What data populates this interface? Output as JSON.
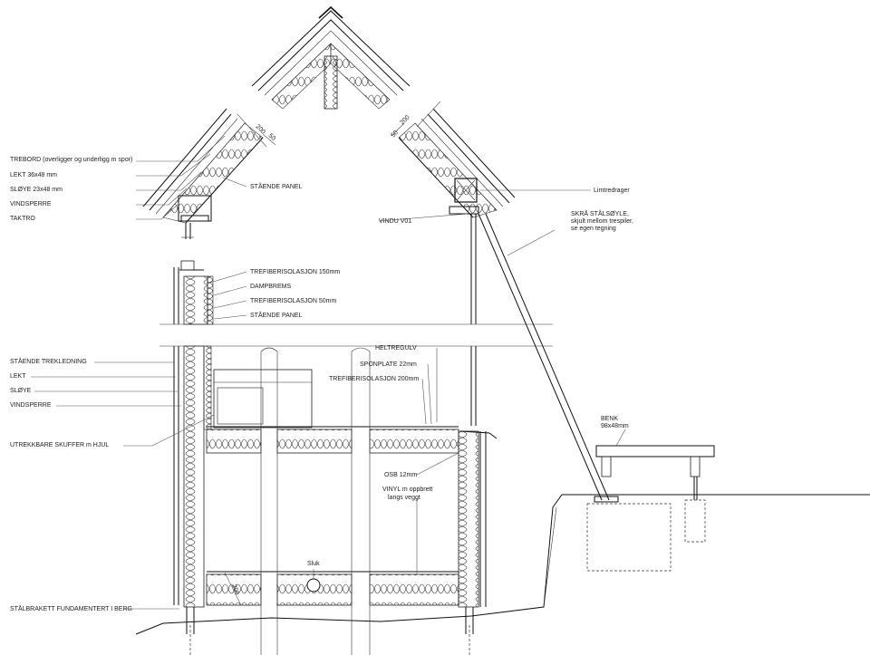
{
  "left_labels": [
    "TREBORD (overligger og underligg m spor)",
    "LEKT 36x48 mm",
    "SLØYE 23x48 mm",
    "VINDSPERRE",
    "TAKTRO"
  ],
  "wall_labels": [
    "STÅENDE TREKLEDNING",
    "LEKT",
    "SLØYE",
    "VINDSPERRE",
    "UTREKKBARE SKUFFER m HJUL",
    "STÅLBRAKETT FUNDAMENTERT I BERG"
  ],
  "interior_labels": {
    "staende_panel_roof": "STÅENDE PANEL",
    "trefiber_150": "TREFIBERISOLASJON 150mm",
    "dampbrems": "DAMPBREMS",
    "trefiber_50": "TREFIBERISOLASJON 50mm",
    "staende_panel_wall": "STÅENDE PANEL",
    "vindu": "VINDU V01",
    "heltregulv": "HELTREGULV",
    "sponplate": "SPONPLATE 22mm",
    "trefiber_200": "TREFIBERISOLASJON 200mm",
    "osb": "OSB 12mm",
    "vinyl_line1": "VINYL m oppbrett",
    "vinyl_line2": "langs veggt",
    "sluk": "Sluk"
  },
  "right_labels": {
    "limtredrager": "Limtredrager",
    "skra_line1": "SKRÅ STÅLSØYLE,",
    "skra_line2": "skjult mellom trespiler,",
    "skra_line3": "se egen tegning",
    "benk_line1": "BENK",
    "benk_line2": "98x48mm"
  },
  "dimensions": {
    "left_roof_200": "200",
    "left_roof_50": "50",
    "right_roof_50": "50",
    "right_roof_200": "200",
    "floor_200": "200"
  }
}
